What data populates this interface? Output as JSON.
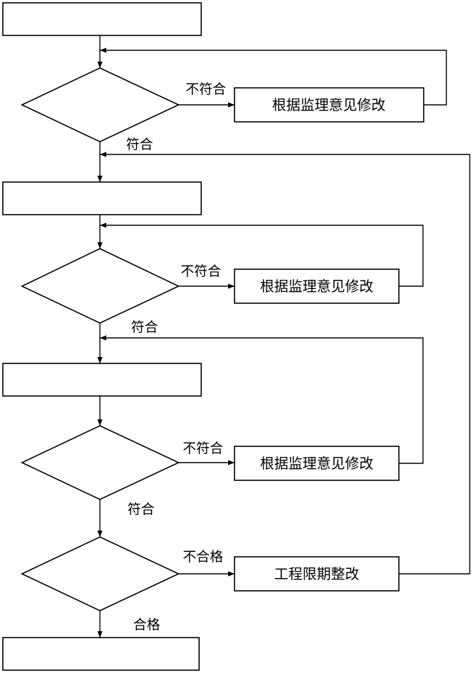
{
  "edge_labels": {
    "fail_1": "不符合",
    "pass_1": "符合",
    "fail_2": "不符合",
    "pass_2": "符合",
    "fail_3": "不符合",
    "pass_3": "符合",
    "fail_4": "不合格",
    "pass_4": "合格"
  },
  "side_boxes": {
    "revise_1": "根据监理意见修改",
    "revise_2": "根据监理意见修改",
    "revise_3": "根据监理意见修改",
    "rectify": "工程限期整改"
  }
}
